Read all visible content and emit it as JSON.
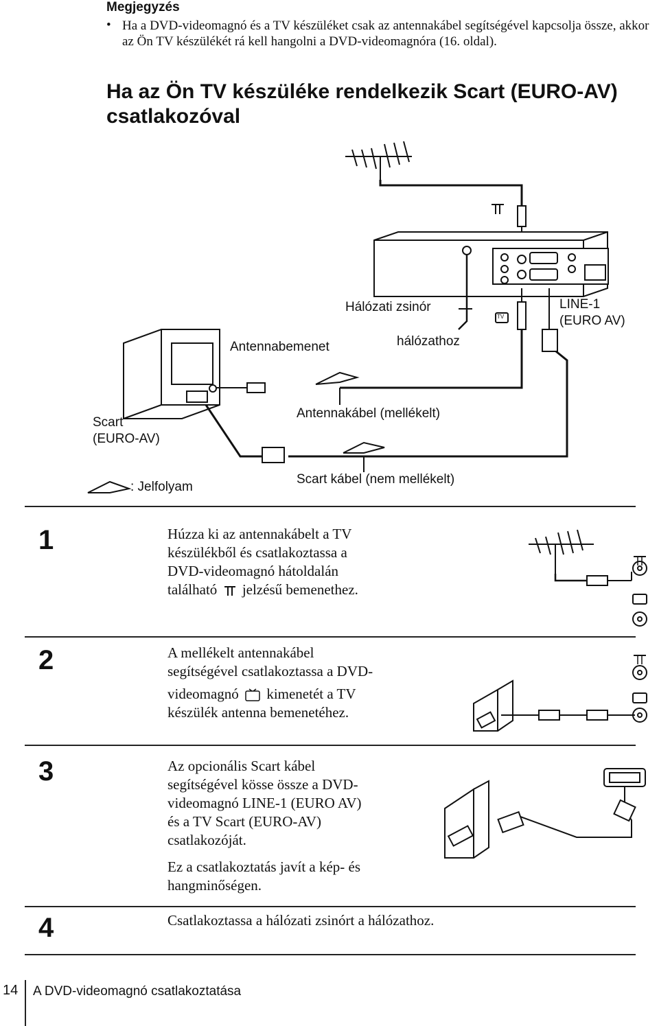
{
  "note": {
    "title": "Megjegyzés",
    "bullet": "•",
    "text": "Ha a DVD-videomagnó és a TV készüléket csak az antennakábel segítségével kapcsolja össze, akkor az Ön TV készülékét rá kell hangolni a DVD-videomagnóra (16. oldal)."
  },
  "heading": {
    "line1": "Ha az Ön TV készüléke rendelkezik Scart (EURO-AV)",
    "line2": "csatlakozóval"
  },
  "diagram": {
    "label_mains_cord": "Hálózati zsinór",
    "label_to_mains": "hálózathoz",
    "label_antenna_in": "Antennabemenet",
    "label_line1_a": "LINE-1",
    "label_line1_b": "(EURO AV)",
    "label_scart_a": "Scart",
    "label_scart_b": "(EURO-AV)",
    "label_antenna_cable": "Antennakábel (mellékelt)",
    "label_scart_cable": "Scart kábel (nem mellékelt)",
    "legend_signal": ": Jelfolyam",
    "tv_symbol": "TV"
  },
  "steps": [
    {
      "num": "1",
      "lines": [
        "Húzza ki az antennakábelt a TV",
        "készülékből és csatlakoztassa a",
        "DVD-videomagnó hátoldalán"
      ],
      "last_pre": "található",
      "last_post": "jelzésű bemenethez."
    },
    {
      "num": "2",
      "lines": [
        "A mellékelt antennakábel",
        "segítségével csatlakoztassa a DVD-"
      ],
      "mid_pre": "videomagnó",
      "mid_post": "kimenetét a TV",
      "last": "készülék antenna bemenetéhez."
    },
    {
      "num": "3",
      "lines": [
        "Az opcionális Scart kábel",
        "segítségével kösse össze a DVD-",
        "videomagnó LINE-1 (EURO AV)",
        "és a TV Scart (EURO-AV)",
        "csatlakozóját."
      ],
      "extra": [
        "Ez a csatlakoztatás javít a kép- és",
        "hangminőségen."
      ]
    },
    {
      "num": "4",
      "text": "Csatlakoztassa a hálózati zsinórt a hálózathoz."
    }
  ],
  "footer": {
    "page": "14",
    "title": "A DVD-videomagnó csatlakoztatása"
  }
}
